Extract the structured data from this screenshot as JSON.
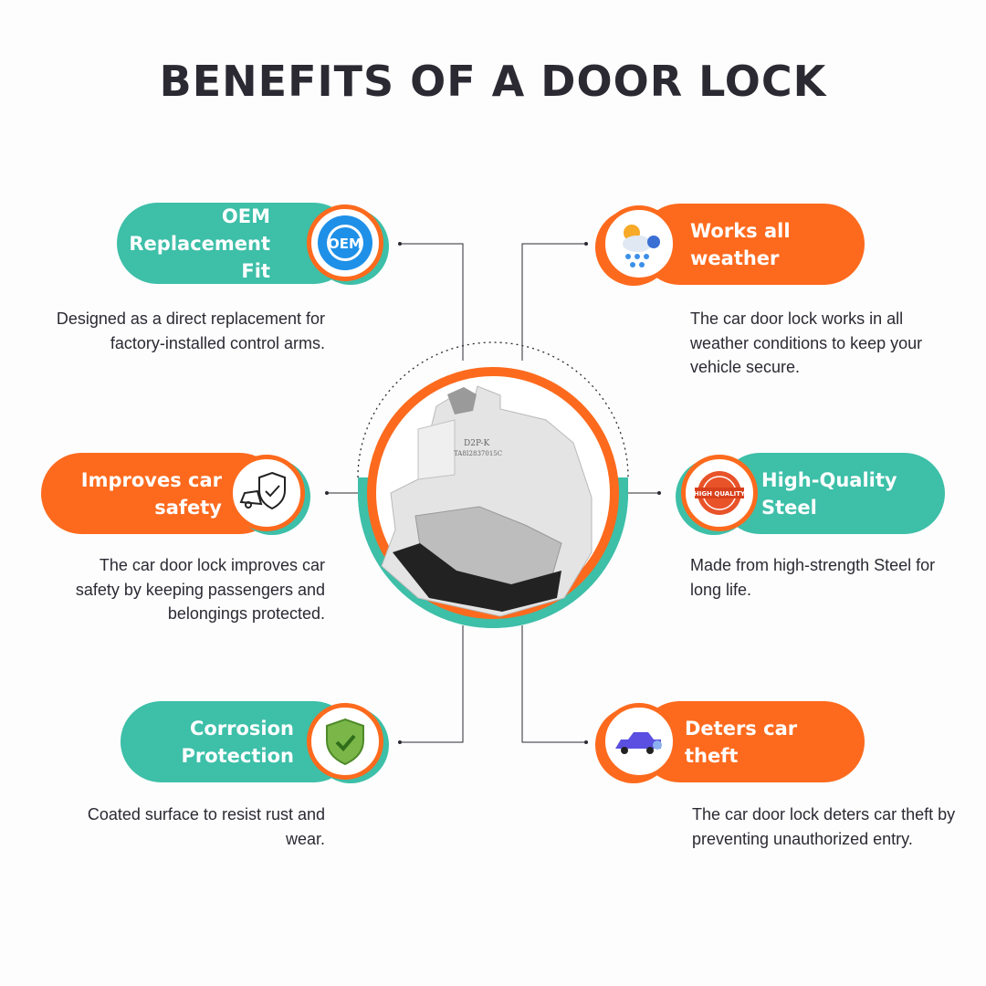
{
  "title": "BENEFITS OF A DOOR LOCK",
  "colors": {
    "teal": "#3dbfa8",
    "orange": "#fd6a1d",
    "text": "#2b2a33"
  },
  "benefits": [
    {
      "heading_1": "OEM",
      "heading_2": "Replacement Fit",
      "icon": "oem-badge-icon",
      "badge_text": "OEM",
      "description": "Designed as a direct replacement for factory-installed control arms."
    },
    {
      "heading_1": "Works all",
      "heading_2": "weather",
      "icon": "weather-icon",
      "description": "The car door lock works in all weather conditions to keep your vehicle secure."
    },
    {
      "heading_1": "Improves car",
      "heading_2": "safety",
      "icon": "car-shield-icon",
      "description": "The car door lock improves car safety by keeping passengers and belongings protected."
    },
    {
      "heading_1": "High-Quality",
      "heading_2": "Steel",
      "icon": "high-quality-seal-icon",
      "badge_text": "HIGH QUALITY",
      "description": "Made from high-strength Steel for long life."
    },
    {
      "heading_1": "Corrosion",
      "heading_2": "Protection",
      "icon": "shield-check-icon",
      "description": "Coated surface to resist rust and wear."
    },
    {
      "heading_1": "Deters car",
      "heading_2": "theft",
      "icon": "car-theft-icon",
      "description": "The car door lock deters car theft by preventing unauthorized entry."
    }
  ],
  "product": {
    "label_1": "D2P-K",
    "label_2": "TA8I2837015C"
  }
}
